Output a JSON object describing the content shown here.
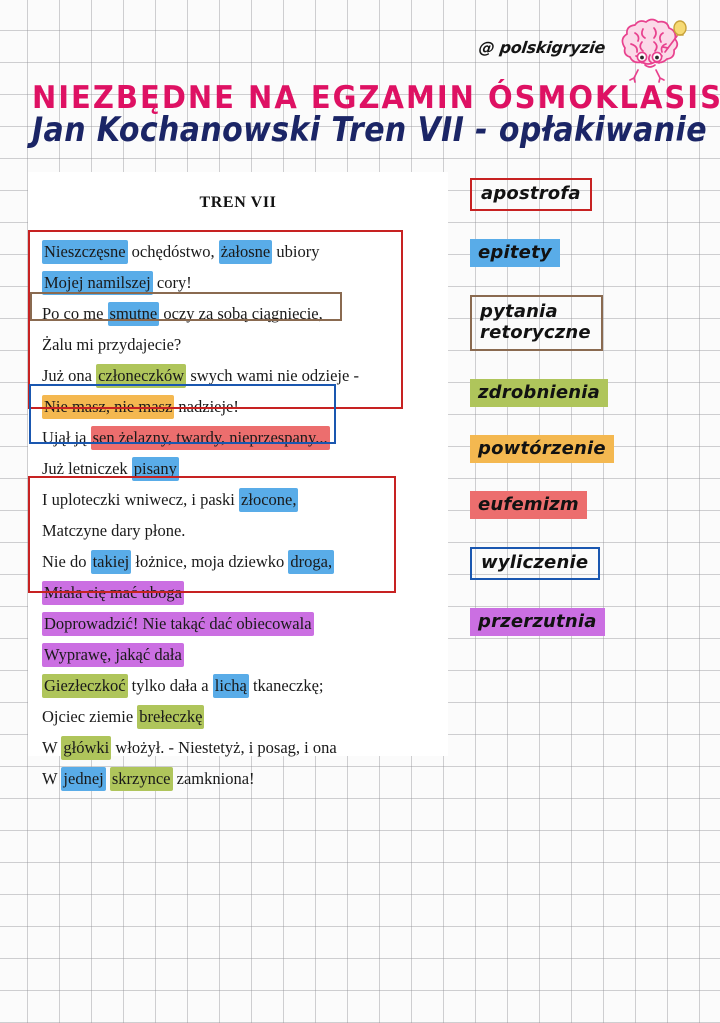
{
  "header": {
    "handle": "@ polskigryzie",
    "mascot_icon": "brain-mascot-icon",
    "title_line1": "NIEZBĘDNE NA EGZAMIN ÓSMOKLASISTY",
    "title_line2": "Jan Kochanowski  Tren VII - opłakiwanie",
    "colors": {
      "title1": "#DE1163",
      "title2": "#1B2566"
    }
  },
  "poem": {
    "heading": "TREN VII",
    "lines": [
      {
        "id": "l1",
        "text": "Nieszczęsne ochędóstwo, żałosne ubiory"
      },
      {
        "id": "l2",
        "text": "Mojej namilszej cory!"
      },
      {
        "id": "l3",
        "text": "Po co me smutne oczy za sobą ciągniecie,"
      },
      {
        "id": "l4",
        "text": "Żalu mi przydajecie?"
      },
      {
        "id": "l5",
        "text": "Już ona członeczków swych wami nie odzieje -"
      },
      {
        "id": "l6",
        "text": "Nie masz, nie masz nadzieje!"
      },
      {
        "id": "l7",
        "text": "Ujął ją sen żelazny, twardy, nieprzespany..."
      },
      {
        "id": "l8",
        "text": "Już letniczek pisany"
      },
      {
        "id": "l9",
        "text": "I uploteczki wniwecz, i paski złocone,"
      },
      {
        "id": "l10",
        "text": "Matczyne dary płone."
      },
      {
        "id": "l11",
        "text": "Nie do takiej łożnice, moja dziewko droga,"
      },
      {
        "id": "l12",
        "text": "Miała cię mać uboga"
      },
      {
        "id": "l13",
        "text": "Doprowadzić! Nie takąć dać obiecowala"
      },
      {
        "id": "l14",
        "text": "Wyprawę, jakąć dała"
      },
      {
        "id": "l15",
        "text": "Giezłeczkoć tylko dała a lichą tkaneczkę;"
      },
      {
        "id": "l16",
        "text": "Ojciec ziemie brełeczkę"
      },
      {
        "id": "l17",
        "text": "W główki włożył. - Niestetyż, i posag, i ona"
      },
      {
        "id": "l18",
        "text": "W jednej skrzynce zamkniona!"
      }
    ]
  },
  "legend": {
    "items": [
      {
        "label": "apostrofa",
        "style": "box-red",
        "color": "#C72222"
      },
      {
        "label": "epitety",
        "style": "fill-blue",
        "color": "#59ACE8"
      },
      {
        "label": "pytania\nretoryczne",
        "style": "box-brown",
        "color": "#8A6A50"
      },
      {
        "label": "zdrobnienia",
        "style": "fill-green",
        "color": "#AFC55B"
      },
      {
        "label": "powtórzenie",
        "style": "fill-orange",
        "color": "#F4B850"
      },
      {
        "label": "eufemizm",
        "style": "fill-red",
        "color": "#EC6E6E"
      },
      {
        "label": "wyliczenie",
        "style": "box-blue",
        "color": "#1A57B0"
      },
      {
        "label": "przerzutnia",
        "style": "fill-purple",
        "color": "#CB6FE2"
      }
    ]
  }
}
